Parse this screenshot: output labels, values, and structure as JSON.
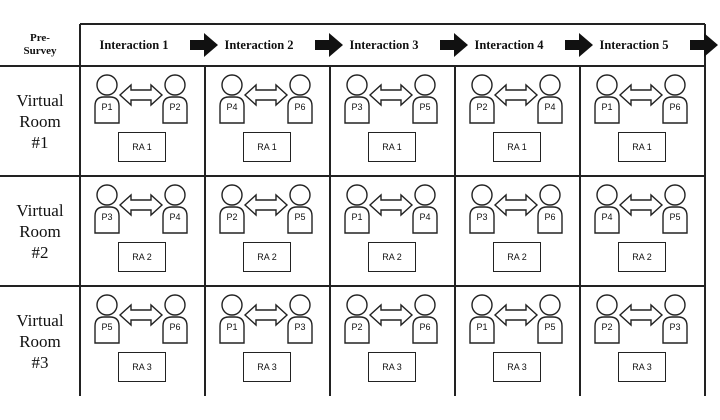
{
  "corner_label": "Pre-\nSurvey",
  "columns": [
    {
      "label": "Interaction 1"
    },
    {
      "label": "Interaction 2"
    },
    {
      "label": "Interaction 3"
    },
    {
      "label": "Interaction 4"
    },
    {
      "label": "Interaction 5"
    }
  ],
  "rooms": [
    {
      "label": "Virtual\nRoom\n#1",
      "ra": "RA 1",
      "pairs": [
        [
          "P1",
          "P2"
        ],
        [
          "P4",
          "P6"
        ],
        [
          "P3",
          "P5"
        ],
        [
          "P2",
          "P4"
        ],
        [
          "P1",
          "P6"
        ]
      ]
    },
    {
      "label": "Virtual\nRoom\n#2",
      "ra": "RA 2",
      "pairs": [
        [
          "P3",
          "P4"
        ],
        [
          "P2",
          "P5"
        ],
        [
          "P1",
          "P4"
        ],
        [
          "P3",
          "P6"
        ],
        [
          "P4",
          "P5"
        ]
      ]
    },
    {
      "label": "Virtual\nRoom\n#3",
      "ra": "RA 3",
      "pairs": [
        [
          "P5",
          "P6"
        ],
        [
          "P1",
          "P3"
        ],
        [
          "P2",
          "P6"
        ],
        [
          "P1",
          "P5"
        ],
        [
          "P2",
          "P3"
        ]
      ]
    }
  ],
  "icons": {
    "person": "person-icon",
    "exchange": "double-arrow-icon",
    "next": "arrow-right-icon"
  },
  "colors": {
    "line": "#222222",
    "text": "#111111",
    "background": "#ffffff"
  }
}
